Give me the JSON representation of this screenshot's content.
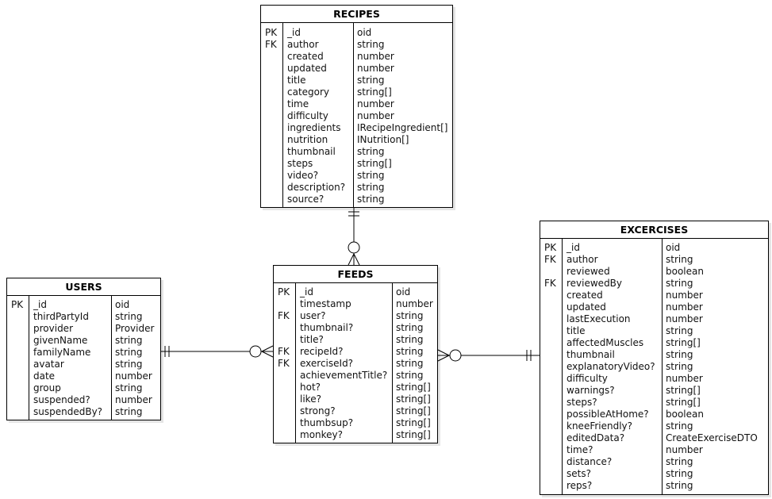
{
  "entities": {
    "recipes": {
      "title": "RECIPES",
      "fields": [
        {
          "key": "PK",
          "name": "_id",
          "type": "oid"
        },
        {
          "key": "FK",
          "name": "author",
          "type": "string"
        },
        {
          "key": "",
          "name": "created",
          "type": "number"
        },
        {
          "key": "",
          "name": "updated",
          "type": "number"
        },
        {
          "key": "",
          "name": "title",
          "type": "string"
        },
        {
          "key": "",
          "name": "category",
          "type": "string[]"
        },
        {
          "key": "",
          "name": "time",
          "type": "number"
        },
        {
          "key": "",
          "name": "difficulty",
          "type": "number"
        },
        {
          "key": "",
          "name": "ingredients",
          "type": "IRecipeIngredient[]"
        },
        {
          "key": "",
          "name": "nutrition",
          "type": "INutrition[]"
        },
        {
          "key": "",
          "name": "thumbnail",
          "type": "string"
        },
        {
          "key": "",
          "name": "steps",
          "type": "string[]"
        },
        {
          "key": "",
          "name": "video?",
          "type": "string"
        },
        {
          "key": "",
          "name": "description?",
          "type": "string"
        },
        {
          "key": "",
          "name": "source?",
          "type": "string"
        }
      ]
    },
    "users": {
      "title": "USERS",
      "fields": [
        {
          "key": "PK",
          "name": "_id",
          "type": "oid"
        },
        {
          "key": "",
          "name": "thirdPartyId",
          "type": "string"
        },
        {
          "key": "",
          "name": "provider",
          "type": "Provider"
        },
        {
          "key": "",
          "name": "givenName",
          "type": "string"
        },
        {
          "key": "",
          "name": "familyName",
          "type": "string"
        },
        {
          "key": "",
          "name": "avatar",
          "type": "string"
        },
        {
          "key": "",
          "name": "date",
          "type": "number"
        },
        {
          "key": "",
          "name": "group",
          "type": "string"
        },
        {
          "key": "",
          "name": "suspended?",
          "type": "number"
        },
        {
          "key": "",
          "name": "suspendedBy?",
          "type": "string"
        }
      ]
    },
    "feeds": {
      "title": "FEEDS",
      "fields": [
        {
          "key": "PK",
          "name": "_id",
          "type": "oid"
        },
        {
          "key": "",
          "name": "timestamp",
          "type": "number"
        },
        {
          "key": "FK",
          "name": "user?",
          "type": "string"
        },
        {
          "key": "",
          "name": "thumbnail?",
          "type": "string"
        },
        {
          "key": "",
          "name": "title?",
          "type": "string"
        },
        {
          "key": "FK",
          "name": "recipeId?",
          "type": "string"
        },
        {
          "key": "FK",
          "name": "exerciseId?",
          "type": "string"
        },
        {
          "key": "",
          "name": "achievementTitle?",
          "type": "string"
        },
        {
          "key": "",
          "name": "hot?",
          "type": "string[]"
        },
        {
          "key": "",
          "name": "like?",
          "type": "string[]"
        },
        {
          "key": "",
          "name": "strong?",
          "type": "string[]"
        },
        {
          "key": "",
          "name": "thumbsup?",
          "type": "string[]"
        },
        {
          "key": "",
          "name": "monkey?",
          "type": "string[]"
        }
      ]
    },
    "exercises": {
      "title": "EXCERCISES",
      "fields": [
        {
          "key": "PK",
          "name": "_id",
          "type": "oid"
        },
        {
          "key": "FK",
          "name": "author",
          "type": "string"
        },
        {
          "key": "",
          "name": "reviewed",
          "type": "boolean"
        },
        {
          "key": "FK",
          "name": "reviewedBy",
          "type": "string"
        },
        {
          "key": "",
          "name": "created",
          "type": "number"
        },
        {
          "key": "",
          "name": "updated",
          "type": "number"
        },
        {
          "key": "",
          "name": "lastExecution",
          "type": "number"
        },
        {
          "key": "",
          "name": "title",
          "type": "string"
        },
        {
          "key": "",
          "name": "affectedMuscles",
          "type": "string[]"
        },
        {
          "key": "",
          "name": "thumbnail",
          "type": "string"
        },
        {
          "key": "",
          "name": "explanatoryVideo?",
          "type": "string"
        },
        {
          "key": "",
          "name": "difficulty",
          "type": "number"
        },
        {
          "key": "",
          "name": "warnings?",
          "type": "string[]"
        },
        {
          "key": "",
          "name": "steps?",
          "type": "string[]"
        },
        {
          "key": "",
          "name": "possibleAtHome?",
          "type": "boolean"
        },
        {
          "key": "",
          "name": "kneeFriendly?",
          "type": "string"
        },
        {
          "key": "",
          "name": "editedData?",
          "type": "CreateExerciseDTO"
        },
        {
          "key": "",
          "name": "time?",
          "type": "number"
        },
        {
          "key": "",
          "name": "distance?",
          "type": "string"
        },
        {
          "key": "",
          "name": "sets?",
          "type": "string"
        },
        {
          "key": "",
          "name": "reps?",
          "type": "string"
        }
      ]
    }
  },
  "relationships": [
    {
      "from": "recipes",
      "to": "feeds",
      "from_cardinality": "one-and-only-one",
      "to_cardinality": "zero-or-many"
    },
    {
      "from": "users",
      "to": "feeds",
      "from_cardinality": "one-and-only-one",
      "to_cardinality": "zero-or-many"
    },
    {
      "from": "exercises",
      "to": "feeds",
      "from_cardinality": "one-and-only-one",
      "to_cardinality": "zero-or-many"
    }
  ]
}
